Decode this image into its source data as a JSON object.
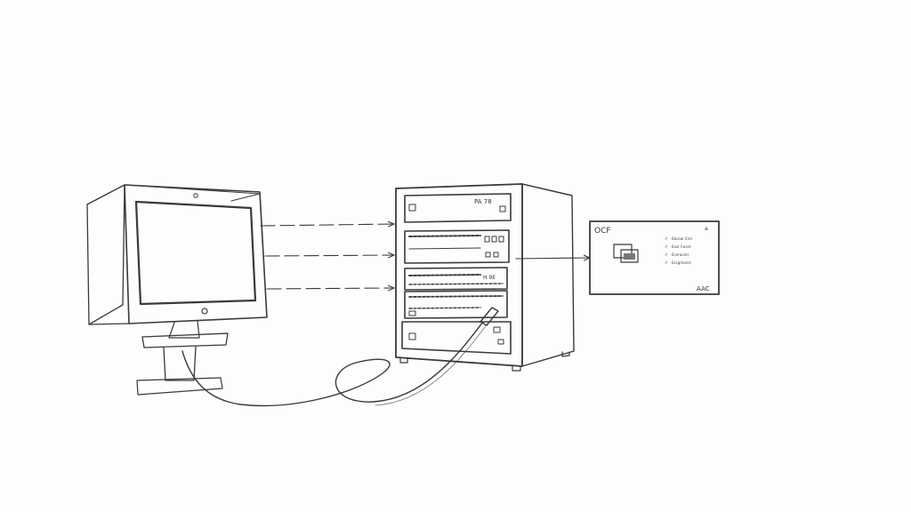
{
  "diagram": {
    "rack_labels": [
      "PA 78",
      "H 9E"
    ],
    "panel": {
      "title": "OCF",
      "corner_mark": "a",
      "footer": "AAC",
      "checklist": [
        {
          "check": "✓",
          "text": "Ebcoar Eror"
        },
        {
          "check": "✓",
          "text": "Esor Cecet"
        },
        {
          "check": "✓",
          "text": "Eceracerc"
        },
        {
          "check": "✓",
          "text": "Escgmares"
        }
      ]
    },
    "colors": {
      "ink": "#3a3a3a",
      "paper": "#fdfdfc"
    }
  }
}
